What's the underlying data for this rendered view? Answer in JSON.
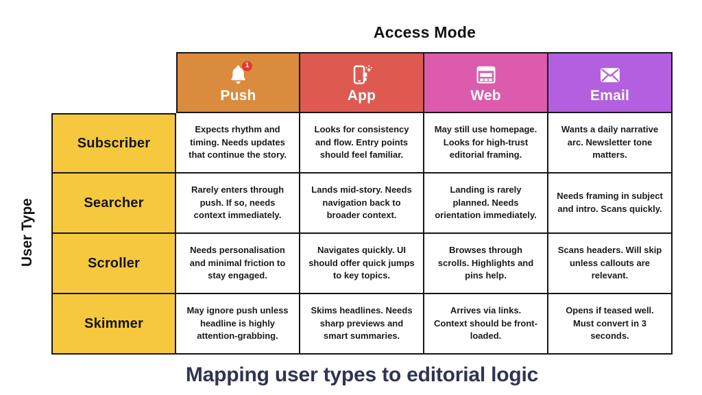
{
  "page": {
    "top_axis_label": "Access Mode",
    "left_axis_label": "User Type",
    "caption": "Mapping user types to editorial logic",
    "caption_color": "#2e3453",
    "background": "#ffffff",
    "grid_border_color": "#151515"
  },
  "matrix": {
    "row_header_color": "#f6c83e",
    "columns": [
      {
        "label": "Push",
        "color": "#db8b3e",
        "icon": "bell-notification-icon",
        "badge": "1"
      },
      {
        "label": "App",
        "color": "#de5a51",
        "icon": "smartphone-app-icon"
      },
      {
        "label": "Web",
        "color": "#dc5bad",
        "icon": "browser-window-icon"
      },
      {
        "label": "Email",
        "color": "#b260df",
        "icon": "envelope-icon"
      }
    ],
    "rows": [
      {
        "label": "Subscriber",
        "cells": [
          "Expects rhythm and timing. Needs updates that continue the story.",
          "Looks for consistency and flow. Entry points should feel familiar.",
          "May still use homepage. Looks for high-trust editorial framing.",
          "Wants a daily narrative arc. Newsletter tone matters."
        ]
      },
      {
        "label": "Searcher",
        "cells": [
          "Rarely enters through push. If so, needs context immediately.",
          "Lands mid-story. Needs navigation back to broader context.",
          "Landing is rarely planned. Needs orientation immediately.",
          "Needs framing in subject and intro. Scans quickly."
        ]
      },
      {
        "label": "Scroller",
        "cells": [
          "Needs personalisation and minimal friction to stay engaged.",
          "Navigates quickly. UI should offer quick jumps to key topics.",
          "Browses through scrolls. Highlights and pins help.",
          "Scans headers. Will skip unless callouts are relevant."
        ]
      },
      {
        "label": "Skimmer",
        "cells": [
          "May ignore push unless headline is highly attention-grabbing.",
          "Skims headlines. Needs sharp previews and smart summaries.",
          "Arrives via links. Context should be front-loaded.",
          "Opens if teased well. Must convert in 3 seconds."
        ]
      }
    ]
  }
}
